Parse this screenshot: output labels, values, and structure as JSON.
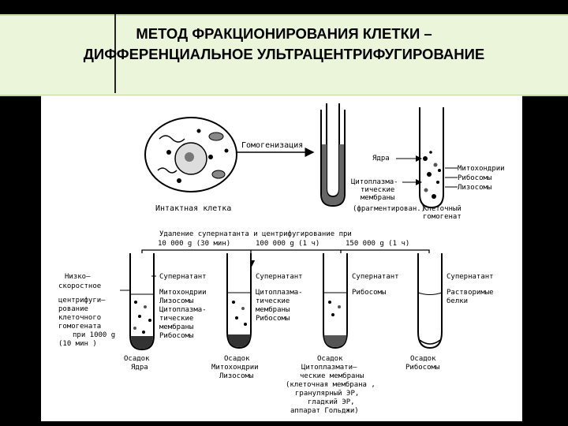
{
  "slide": {
    "title_line1": "МЕТОД ФРАКЦИОНИРОВАНИЯ КЛЕТКИ –",
    "title_line2": "ДИФФЕРЕНЦИАЛЬНОЕ УЛЬТРАЦЕНТРИФУГИРОВАНИЕ"
  },
  "diagram": {
    "intact_cell": "Интактная клетка",
    "homogenization": "Гомогенизация",
    "homogenate": {
      "nuclei": "Ядра",
      "cytoplasmic_1": "Цитоплазма-",
      "cytoplasmic_2": "тические",
      "cytoplasmic_3": "мембраны",
      "cytoplasmic_4": "(фрагментирован.)",
      "mitochondria": "Митохондрии",
      "ribosomes": "Рибосомы",
      "lysosomes": "Лизосомы",
      "homogenate_1": "Клеточный",
      "homogenate_2": "гомогенат"
    },
    "removal_1": "Удаление супернатанта и центрифугирование при",
    "step1": "10 000 g (30 мин)",
    "step2": "100 000 g (1 ч)",
    "step3": "150 000 g (1 ч)",
    "low_speed": [
      "Низко–",
      "скоростное",
      "центрифуги–",
      "рование",
      "клеточного",
      "гомогената",
      "при 1000 g",
      "(10 мин )"
    ],
    "supernatant": "Супернатант",
    "tube1_contents": [
      "Митохондрии",
      "Лизосомы",
      "Цитоплазма-",
      "тические",
      "мембраны",
      "Рибосомы"
    ],
    "tube2_contents": [
      "Цитоплазма-",
      "тические",
      "мембраны",
      "Рибосомы"
    ],
    "tube3_contents": [
      "Рибосомы"
    ],
    "tube4_contents": [
      "Растворимые",
      "белки"
    ],
    "pellet1": [
      "Осадок",
      "Ядра"
    ],
    "pellet2": [
      "Осадок",
      "Митохондрии",
      "Лизосомы"
    ],
    "pellet3": [
      "Осадок",
      "Цитоплазмати–",
      "ческие мембраны",
      "(клеточная мембрана ,",
      "гранулярный ЭР,",
      "гладкий ЭР,",
      "аппарат Гольджи)"
    ],
    "pellet4": [
      "Осадок",
      "Рибосомы"
    ]
  }
}
